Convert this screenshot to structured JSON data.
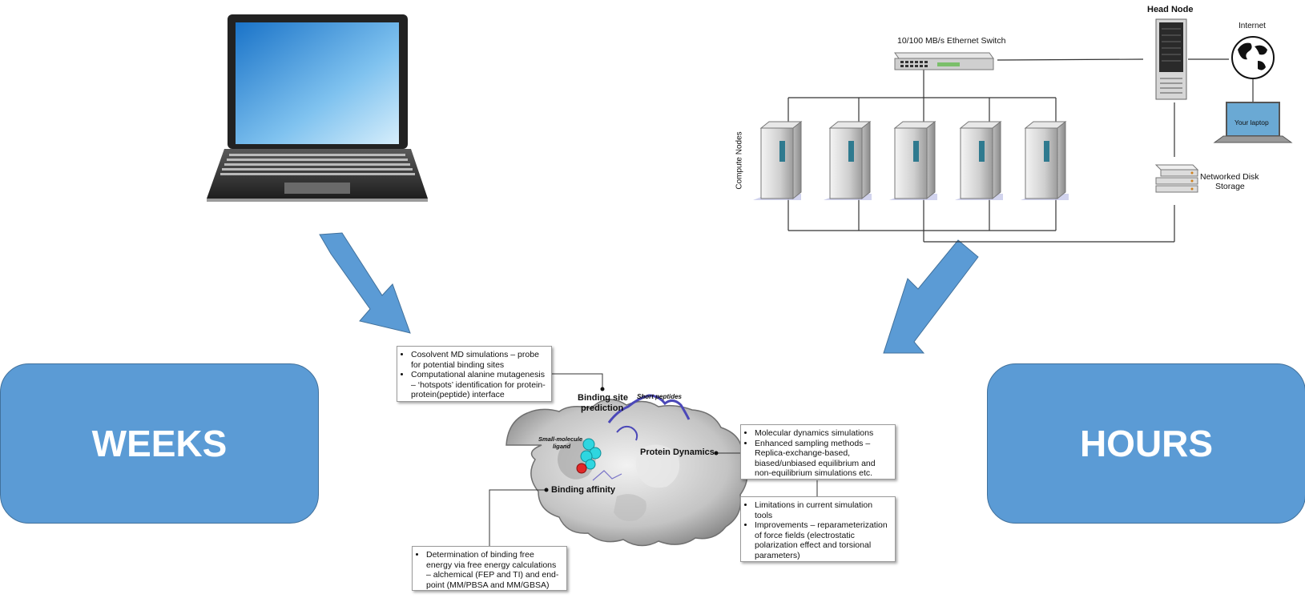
{
  "left_panel": {
    "label": "WEEKS"
  },
  "right_panel": {
    "label": "HOURS"
  },
  "cluster": {
    "switch_label": "10/100 MB/s Ethernet Switch",
    "head_node_label": "Head Node",
    "internet_label": "Internet",
    "laptop_label": "Your laptop",
    "compute_nodes_label": "Compute Nodes",
    "storage_label_line1": "Networked Disk",
    "storage_label_line2": "Storage"
  },
  "protein": {
    "binding_site_line1": "Binding site",
    "binding_site_line2": "prediction",
    "short_peptides": "Short peptides",
    "small_molecule_line1": "Small-molecule",
    "small_molecule_line2": "ligand",
    "protein_dynamics": "Protein Dynamics",
    "binding_affinity": "Binding affinity"
  },
  "notes": {
    "binding_site": [
      "Cosolvent MD simulations – probe for potential binding sites",
      "Computational alanine mutagenesis – ‘hotspots’ identification for protein-protein(peptide) interface"
    ],
    "dynamics": [
      "Molecular dynamics simulations",
      "Enhanced sampling methods – Replica-exchange-based, biased/unbiased equilibrium and non-equilibrium simulations etc."
    ],
    "limitations": [
      "Limitations in current simulation tools",
      "Improvements – reparameterization of force fields (electrostatic polarization effect and torsional parameters)"
    ],
    "affinity": [
      "Determination of binding free energy via free energy calculations – alchemical (FEP and TI) and end-point (MM/PBSA and MM/GBSA)"
    ]
  },
  "colors": {
    "accent_blue": "#5b9bd5",
    "accent_border": "#41719c"
  }
}
